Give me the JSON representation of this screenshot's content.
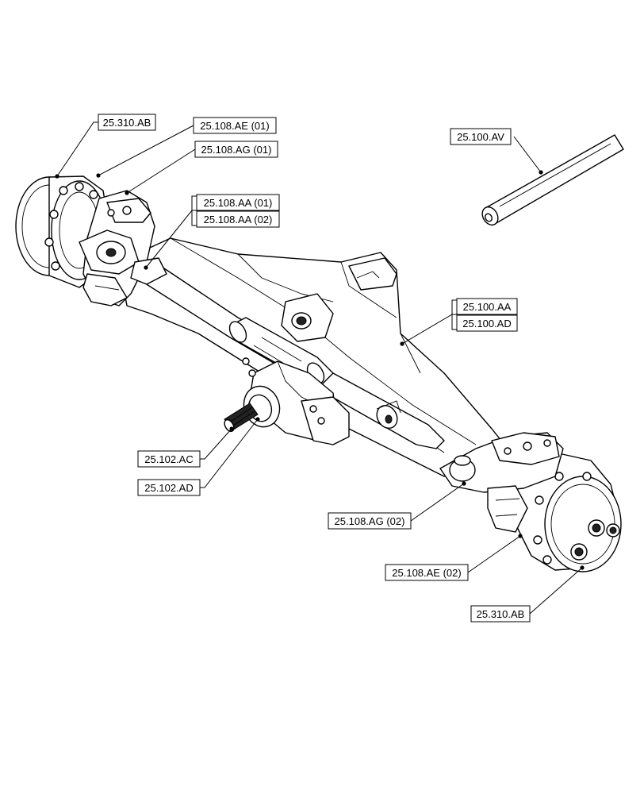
{
  "callouts": {
    "hub_left": "25.310.AB",
    "seal_left": "25.108.AE (01)",
    "knuckle_left": "25.108.AG (01)",
    "shaft_left_1": "25.108.AA (01)",
    "shaft_left_2": "25.108.AA (02)",
    "pin": "25.100.AV",
    "housing_1": "25.100.AA",
    "housing_2": "25.100.AD",
    "pinion_1": "25.102.AC",
    "pinion_2": "25.102.AD",
    "knuckle_right": "25.108.AG (02)",
    "seal_right": "25.108.AE (02)",
    "hub_right": "25.310.AB"
  },
  "colors": {
    "line": "#000000",
    "background": "#ffffff",
    "shade": "#e6e6e6"
  }
}
